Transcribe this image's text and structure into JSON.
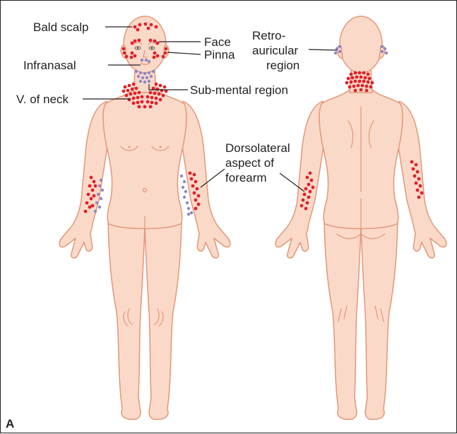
{
  "panel_label": "A",
  "labels": {
    "bald_scalp": "Bald scalp",
    "face": "Face",
    "pinna": "Pinna",
    "infranasal": "Infranasal",
    "v_of_neck": "V. of neck",
    "submental": "Sub-mental region",
    "retro_1": "Retro-",
    "retro_2": "auricular",
    "retro_3": "region",
    "dorso_1": "Dorsolateral",
    "dorso_2": "aspect of",
    "dorso_3": "forearm"
  },
  "colors": {
    "skin": "#fbd9c9",
    "outline": "#e29778",
    "lesion_red": "#e0202a",
    "lesion_blue": "#8f88c4"
  }
}
